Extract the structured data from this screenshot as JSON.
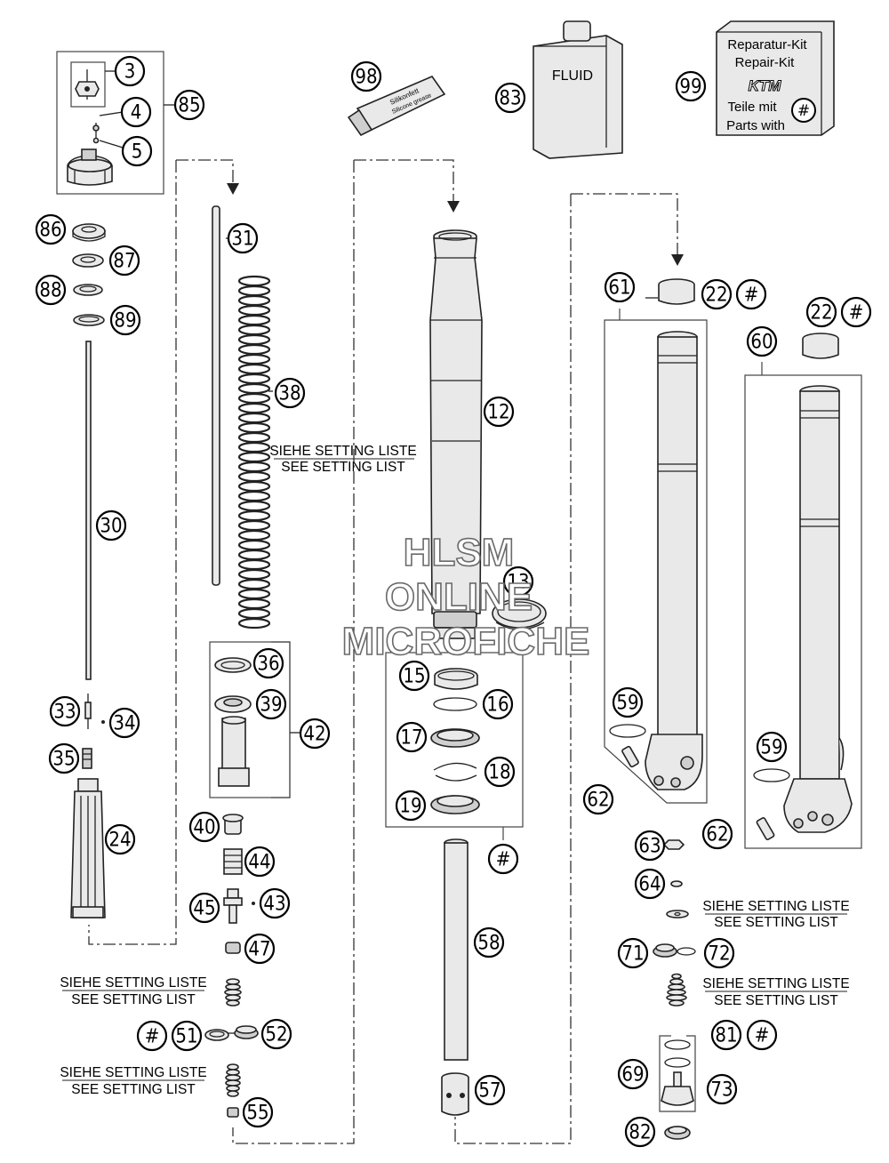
{
  "callouts": [
    {
      "id": "3",
      "label": "3"
    },
    {
      "id": "4",
      "label": "4"
    },
    {
      "id": "5",
      "label": "5"
    },
    {
      "id": "85",
      "label": "85"
    },
    {
      "id": "86",
      "label": "86"
    },
    {
      "id": "87",
      "label": "87"
    },
    {
      "id": "88",
      "label": "88"
    },
    {
      "id": "89",
      "label": "89"
    },
    {
      "id": "30",
      "label": "30"
    },
    {
      "id": "33",
      "label": "33"
    },
    {
      "id": "34",
      "label": "34"
    },
    {
      "id": "35",
      "label": "35"
    },
    {
      "id": "24",
      "label": "24"
    },
    {
      "id": "31",
      "label": "31"
    },
    {
      "id": "38",
      "label": "38"
    },
    {
      "id": "36",
      "label": "36"
    },
    {
      "id": "39",
      "label": "39"
    },
    {
      "id": "42",
      "label": "42"
    },
    {
      "id": "40",
      "label": "40"
    },
    {
      "id": "44",
      "label": "44"
    },
    {
      "id": "45",
      "label": "45"
    },
    {
      "id": "43",
      "label": "43"
    },
    {
      "id": "47",
      "label": "47"
    },
    {
      "id": "h51",
      "label": "#"
    },
    {
      "id": "51",
      "label": "51"
    },
    {
      "id": "52",
      "label": "52"
    },
    {
      "id": "55",
      "label": "55"
    },
    {
      "id": "98",
      "label": "98"
    },
    {
      "id": "83",
      "label": "83"
    },
    {
      "id": "99",
      "label": "99"
    },
    {
      "id": "12",
      "label": "12"
    },
    {
      "id": "13",
      "label": "13"
    },
    {
      "id": "15",
      "label": "15"
    },
    {
      "id": "16",
      "label": "16"
    },
    {
      "id": "17",
      "label": "17"
    },
    {
      "id": "18",
      "label": "18"
    },
    {
      "id": "19",
      "label": "19"
    },
    {
      "id": "h19",
      "label": "#"
    },
    {
      "id": "58",
      "label": "58"
    },
    {
      "id": "57",
      "label": "57"
    },
    {
      "id": "61",
      "label": "61"
    },
    {
      "id": "22a",
      "label": "22"
    },
    {
      "id": "h22a",
      "label": "#"
    },
    {
      "id": "22b",
      "label": "22"
    },
    {
      "id": "h22b",
      "label": "#"
    },
    {
      "id": "60",
      "label": "60"
    },
    {
      "id": "59a",
      "label": "59"
    },
    {
      "id": "62a",
      "label": "62"
    },
    {
      "id": "59b",
      "label": "59"
    },
    {
      "id": "62b",
      "label": "62"
    },
    {
      "id": "63",
      "label": "63"
    },
    {
      "id": "64",
      "label": "64"
    },
    {
      "id": "71",
      "label": "71"
    },
    {
      "id": "72",
      "label": "72"
    },
    {
      "id": "81",
      "label": "81"
    },
    {
      "id": "h81",
      "label": "#"
    },
    {
      "id": "69",
      "label": "69"
    },
    {
      "id": "73",
      "label": "73"
    },
    {
      "id": "82",
      "label": "82"
    }
  ],
  "notes": {
    "siehe_setting_liste": "SIEHE SETTING LISTE",
    "see_setting_list": "SEE SETTING LIST"
  },
  "fluid_label": "FLUID",
  "grease_label_1": "Silikonfett",
  "grease_label_2": "Silicone grease",
  "repair_kit": {
    "line1": "Reparatur-Kit",
    "line2": "Repair-Kit",
    "brand": "KTM",
    "line3": "Teile mit",
    "line4": "Parts with",
    "symbol": "#"
  },
  "watermark": {
    "line1": "HLSM",
    "line2": "ONLINE",
    "line3": "MICROFICHE"
  }
}
